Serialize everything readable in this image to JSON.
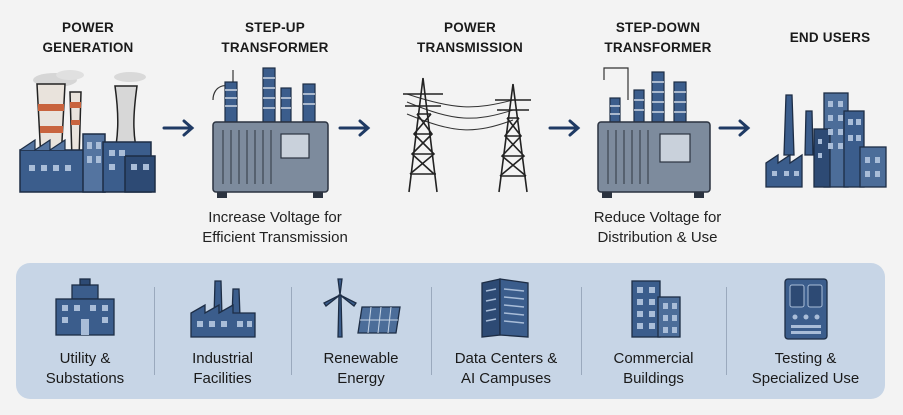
{
  "stages": [
    {
      "title": "POWER\nGENERATION",
      "icon": "power-plant-icon"
    },
    {
      "title": "STEP-UP\nTRANSFORMER",
      "icon": "transformer-icon",
      "note": "Increase Voltage for\nEfficient Transmission"
    },
    {
      "title": "POWER\nTRANSMISSION",
      "icon": "transmission-tower-icon"
    },
    {
      "title": "STEP-DOWN\nTRANSFORMER",
      "icon": "transformer-icon",
      "note": "Reduce Voltage for\nDistribution & Use"
    },
    {
      "title": "END USERS",
      "icon": "city-buildings-icon"
    }
  ],
  "sectors": [
    {
      "label": "Utility &\nSubstations",
      "icon": "substation-icon"
    },
    {
      "label": "Industrial\nFacilities",
      "icon": "factory-icon"
    },
    {
      "label": "Renewable\nEnergy",
      "icon": "wind-solar-icon"
    },
    {
      "label": "Data Centers &\nAI Campuses",
      "icon": "server-rack-icon"
    },
    {
      "label": "Commercial\nBuildings",
      "icon": "office-building-icon"
    },
    {
      "label": "Testing &\nSpecialized Use",
      "icon": "test-panel-icon"
    }
  ],
  "colors": {
    "accent": "#1f3a64",
    "steel": "#6f7f92",
    "panel": "#c7d5e6",
    "smoke": "#cfcfcf"
  }
}
